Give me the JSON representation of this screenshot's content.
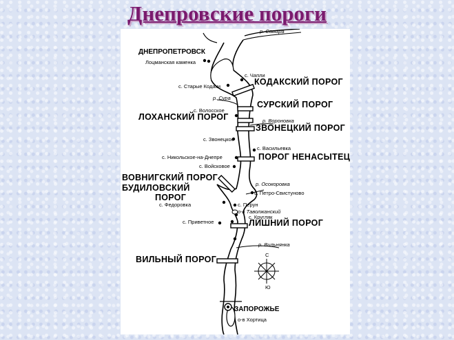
{
  "title": "Днепровские пороги",
  "map": {
    "cities": {
      "dnipropetrovsk": "ДНЕПРОПЕТРОВСК",
      "zaporozhye": "ЗАПОРОЖЬЕ"
    },
    "rapids": {
      "kodak": "КОДАКСКИЙ  ПОРОГ",
      "sur": "СУРСКИЙ  ПОРОГ",
      "lokhan": "ЛОХАНСКИЙ ПОРОГ",
      "zvonets": "ЗВОНЕЦКИЙ  ПОРОГ",
      "nenasytets": "ПОРОГ  НЕНАСЫТЕЦ",
      "vovnig": "ВОВНИГСКИЙ ПОРОГ",
      "budil_line1": "БУДИЛОВСКИЙ",
      "budil_line2": "ПОРОГ",
      "lishny": "ЛИШНИЙ  ПОРОГ",
      "vilny": "ВИЛЬНЫЙ  ПОРОГ"
    },
    "places": {
      "samara": "р. Самара",
      "lotsman": "Лоцманская каменка",
      "chapli": "с. Чапли",
      "starye_kodaki": "с. Старые Кодаки",
      "sura": "р. Сура",
      "voloskoe": "с. Волосское",
      "voronovka": "р. Вороновка",
      "zvonetskoe": "с. Звонецкое",
      "vasilevka": "с. Васильевка",
      "nikolskoe": "с. Никольское-на-Днепре",
      "voyskovoe": "с. Войсковое",
      "osokorovka": "р. Осокоровка",
      "petro_svistunovo": "с. Петро-Свистуново",
      "fedorovka": "с. Федоровка",
      "perun": "с. Перун",
      "tavolzhansky": "о-в Таволжанский",
      "krutlik": "с. Кругляк",
      "privetnoe": "с. Приветное",
      "vilnyanka": "р. Вильнянка",
      "khortitsa": "о-в Хортица"
    },
    "compass": {
      "north": "С",
      "south": "Ю"
    }
  }
}
